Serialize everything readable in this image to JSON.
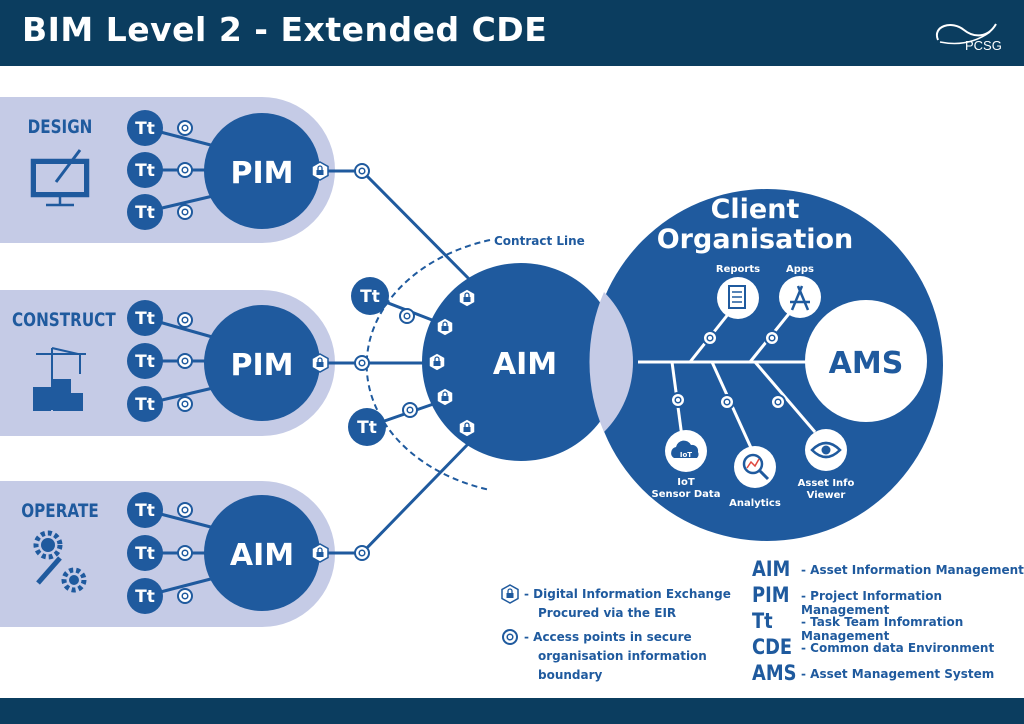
{
  "header": {
    "title": "BIM Level 2 - Extended CDE",
    "logo": "PCSG"
  },
  "phases": [
    {
      "label": "DESIGN",
      "hub": "PIM",
      "icon": "monitor-brush-icon"
    },
    {
      "label": "CONSTRUCT",
      "hub": "PIM",
      "icon": "crane-icon"
    },
    {
      "label": "OPERATE",
      "hub": "AIM",
      "icon": "gears-wrench-icon"
    }
  ],
  "team_label": "Tt",
  "center": {
    "label": "AIM",
    "contract_line": "Contract Line"
  },
  "client": {
    "title_line1": "Client",
    "title_line2": "Organisation",
    "ams": "AMS",
    "reports": "Reports",
    "apps": "Apps",
    "iot_line1": "IoT",
    "iot_line2": "Sensor Data",
    "analytics": "Analytics",
    "viewer_line1": "Asset Info",
    "viewer_line2": "Viewer"
  },
  "legend": {
    "exchange_line1": "- Digital Information Exchange",
    "exchange_line2": "Procured via the EIR",
    "access_line1": "- Access points in secure",
    "access_line2": "organisation information",
    "access_line3": "boundary"
  },
  "abbreviations": [
    {
      "abbr": "AIM",
      "desc": "- Asset Information Management"
    },
    {
      "abbr": "PIM",
      "desc": "- Project Information Management"
    },
    {
      "abbr": "Tt",
      "desc": "- Task Team Infomration Management"
    },
    {
      "abbr": "CDE",
      "desc": "- Common data Environment"
    },
    {
      "abbr": "AMS",
      "desc": "- Asset Management System"
    }
  ],
  "colors": {
    "navy": "#0b3d5f",
    "blue": "#1f5a9e",
    "lavender": "#c5cbe6"
  }
}
